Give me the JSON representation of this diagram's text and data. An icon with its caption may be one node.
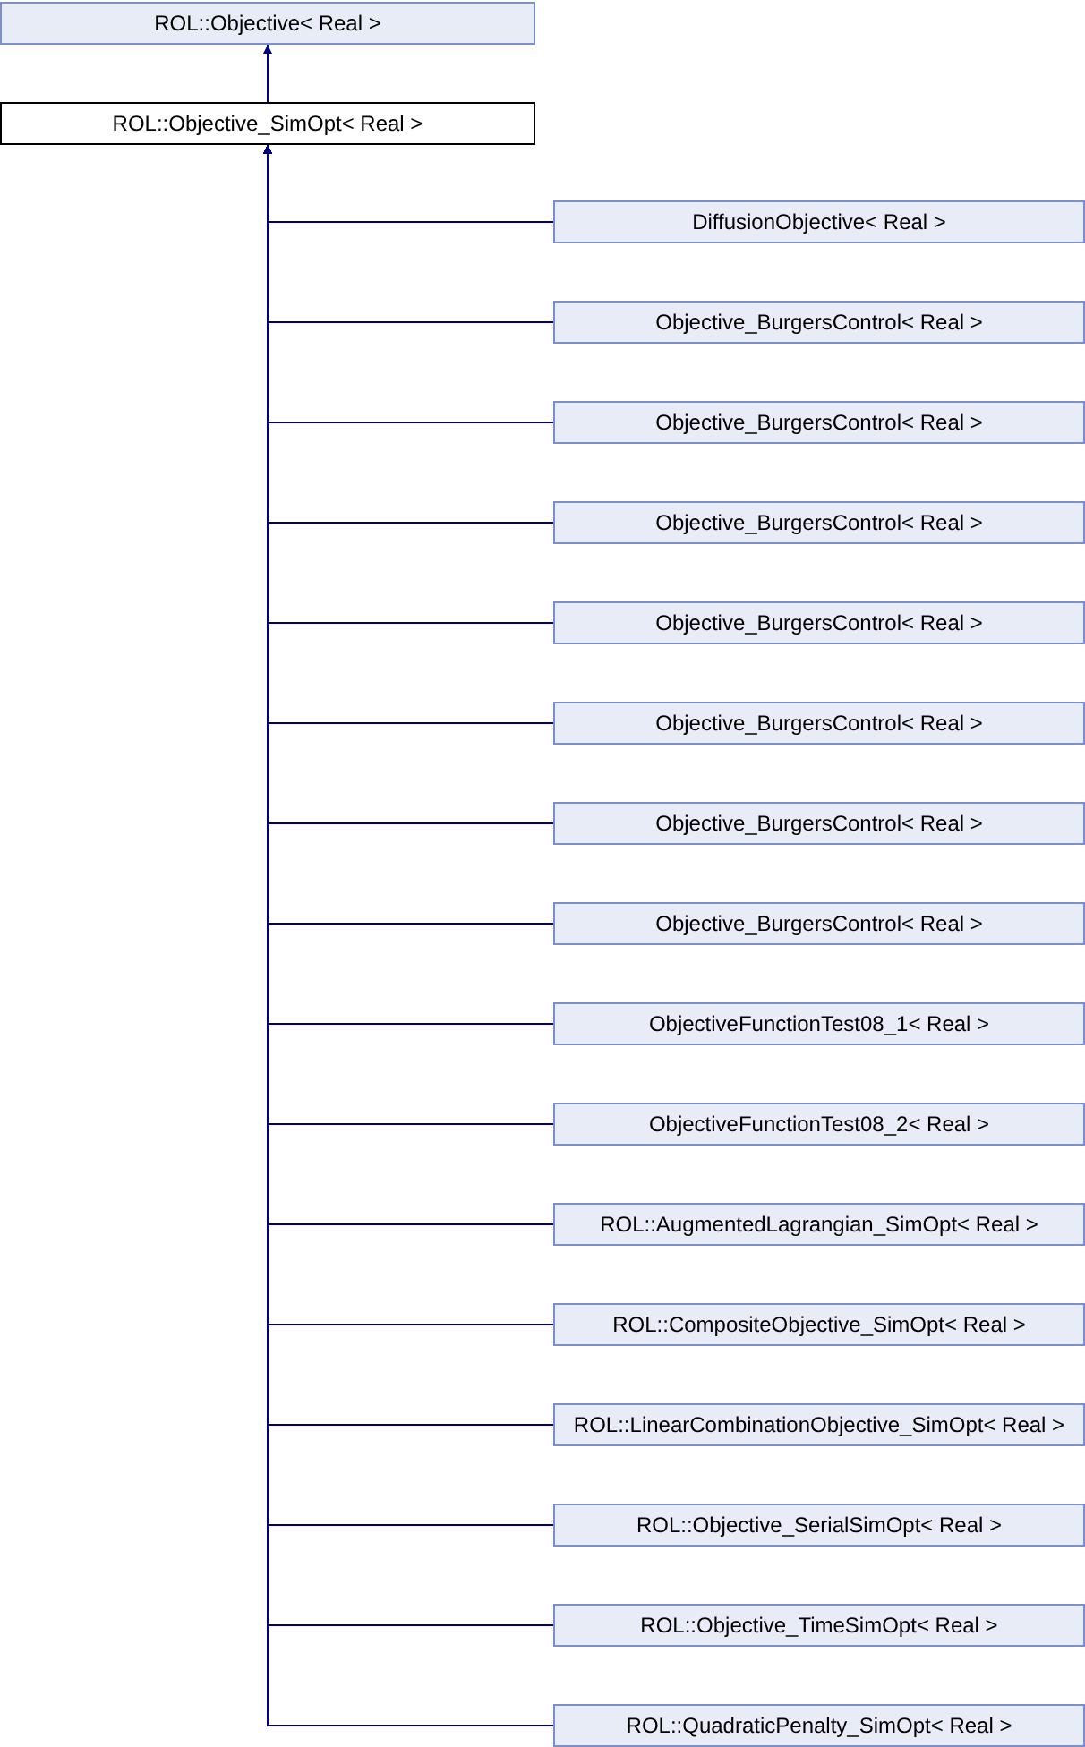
{
  "diagram": {
    "nodes": [
      {
        "text": [
          "ROL::Objective< Real >"
        ]
      },
      {
        "text": [
          "ROL::Objective_SimOpt< Real >"
        ]
      },
      {
        "text": [
          "DiffusionObjective< Real >"
        ]
      },
      {
        "text": [
          "Objective_BurgersControl< Real >"
        ]
      },
      {
        "text": [
          "Objective_BurgersControl< Real >"
        ]
      },
      {
        "text": [
          "Objective_BurgersControl< Real >"
        ]
      },
      {
        "text": [
          "Objective_BurgersControl< Real >"
        ]
      },
      {
        "text": [
          "Objective_BurgersControl< Real >"
        ]
      },
      {
        "text": [
          "Objective_BurgersControl< Real >"
        ]
      },
      {
        "text": [
          "Objective_BurgersControl< Real >"
        ]
      },
      {
        "text": [
          "ObjectiveFunctionTest08_1< Real >"
        ]
      },
      {
        "text": [
          "ObjectiveFunctionTest08_2< Real >"
        ]
      },
      {
        "text": [
          "ROL::AugmentedLagrangian_SimOpt< Real >"
        ]
      },
      {
        "text": [
          "ROL::CompositeObjective_SimOpt< Real >"
        ]
      },
      {
        "text": [
          "ROL::LinearCombinationObjective_SimOpt< Real >"
        ]
      },
      {
        "text": [
          "ROL::Objective_SerialSimOpt< Real >"
        ]
      },
      {
        "text": [
          "ROL::Objective_TimeSimOpt< Real >"
        ]
      },
      {
        "text": [
          "ROL::QuadraticPenalty_SimOpt< Real >"
        ]
      }
    ],
    "edges": [
      {
        "from": 1,
        "to": 0,
        "arrow": "to"
      },
      {
        "from": 2,
        "to": 1,
        "arrow": "to"
      },
      {
        "from": 3,
        "to": 1,
        "arrow": "to"
      },
      {
        "from": 4,
        "to": 1,
        "arrow": "to"
      },
      {
        "from": 5,
        "to": 1,
        "arrow": "to"
      },
      {
        "from": 6,
        "to": 1,
        "arrow": "to"
      },
      {
        "from": 7,
        "to": 1,
        "arrow": "to"
      },
      {
        "from": 8,
        "to": 1,
        "arrow": "to"
      },
      {
        "from": 9,
        "to": 1,
        "arrow": "to"
      },
      {
        "from": 10,
        "to": 1,
        "arrow": "to"
      },
      {
        "from": 11,
        "to": 1,
        "arrow": "to"
      },
      {
        "from": 12,
        "to": 1,
        "arrow": "to"
      },
      {
        "from": 13,
        "to": 1,
        "arrow": "to"
      },
      {
        "from": 14,
        "to": 1,
        "arrow": "to"
      },
      {
        "from": 15,
        "to": 1,
        "arrow": "to"
      },
      {
        "from": 16,
        "to": 1,
        "arrow": "to"
      },
      {
        "from": 17,
        "to": 1,
        "arrow": "to"
      }
    ]
  }
}
